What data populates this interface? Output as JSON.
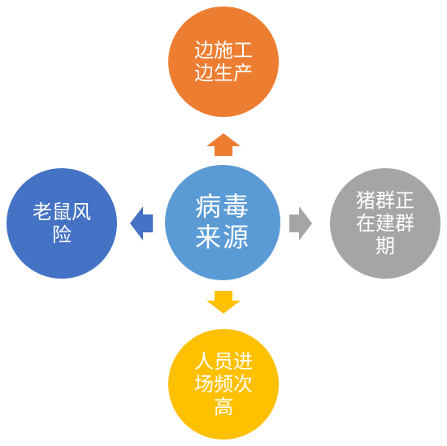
{
  "diagram": {
    "center": {
      "label": "病毒\n来源",
      "color": "#5b9bd5"
    },
    "top": {
      "label": "边施工\n边生产",
      "color": "#ed7d31"
    },
    "left": {
      "label": "老鼠风\n险",
      "color": "#4472c4"
    },
    "right": {
      "label": "猪群正\n在建群\n期",
      "color": "#a5a5a5"
    },
    "bottom": {
      "label": "人员进\n场频次\n高",
      "color": "#ffc000"
    }
  }
}
